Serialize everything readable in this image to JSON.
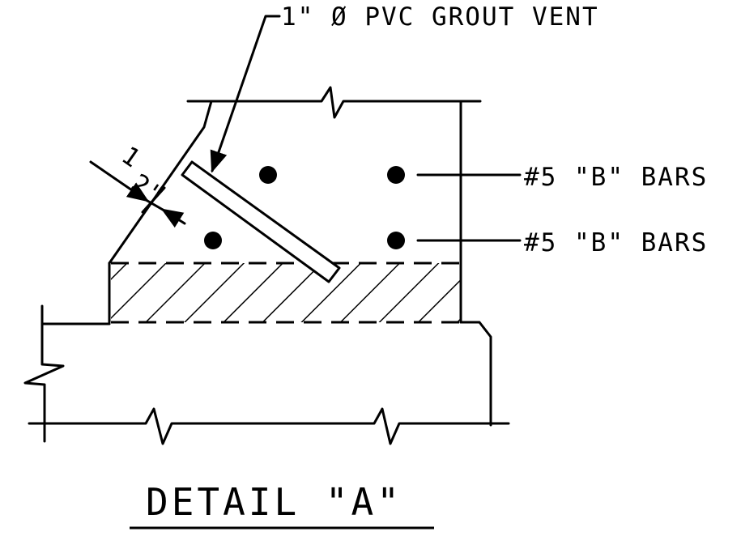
{
  "labels": {
    "grout_vent": "1\" Ø PVC GROUT VENT",
    "bar_top": "#5 \"B\" BARS",
    "bar_bottom": "#5 \"B\" BARS",
    "cover_whole": "1",
    "cover_denominator": "2\"",
    "detail_title": "DETAIL \"A\""
  }
}
